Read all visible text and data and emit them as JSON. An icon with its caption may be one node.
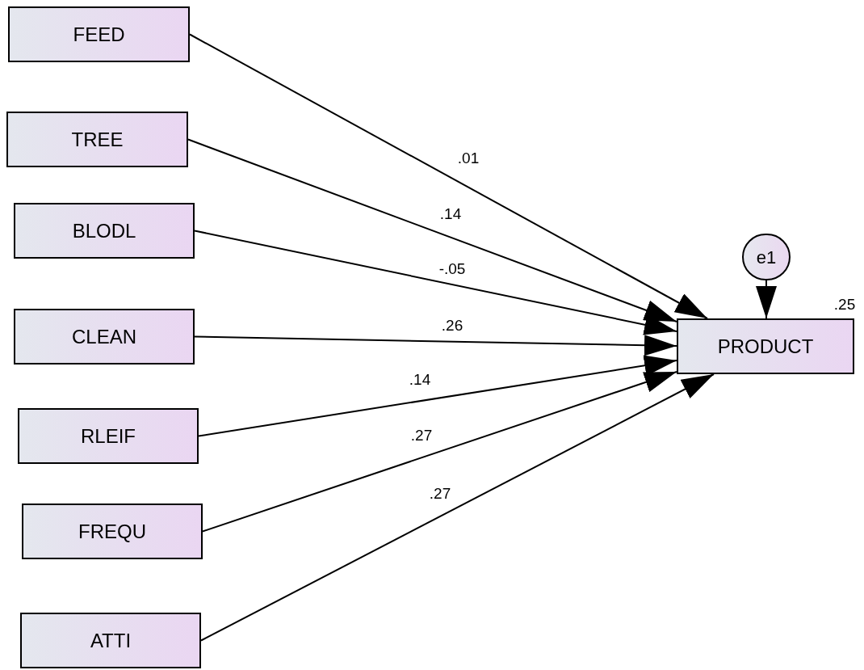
{
  "diagram": {
    "nodes": [
      {
        "text": [
          "FEED"
        ]
      },
      {
        "text": [
          "TREE"
        ]
      },
      {
        "text": [
          "BLODL"
        ]
      },
      {
        "text": [
          "CLEAN"
        ]
      },
      {
        "text": [
          "RLEIF"
        ]
      },
      {
        "text": [
          "FREQU"
        ]
      },
      {
        "text": [
          "ATTI"
        ]
      },
      {
        "text": [
          "PRODUCT"
        ],
        "beside": [
          ".25"
        ]
      },
      {
        "text": [
          "e1"
        ]
      }
    ],
    "edges": [
      {
        "from": 0,
        "to": 7,
        "arrow": "to",
        "label": ".01"
      },
      {
        "from": 1,
        "to": 7,
        "arrow": "to",
        "label": ".14"
      },
      {
        "from": 2,
        "to": 7,
        "arrow": "to",
        "label": "-.05"
      },
      {
        "from": 3,
        "to": 7,
        "arrow": "to",
        "label": ".26"
      },
      {
        "from": 4,
        "to": 7,
        "arrow": "to",
        "label": ".14"
      },
      {
        "from": 5,
        "to": 7,
        "arrow": "to",
        "label": ".27"
      },
      {
        "from": 6,
        "to": 7,
        "arrow": "to",
        "label": ".27"
      },
      {
        "from": 8,
        "to": 7,
        "arrow": "to"
      }
    ]
  }
}
